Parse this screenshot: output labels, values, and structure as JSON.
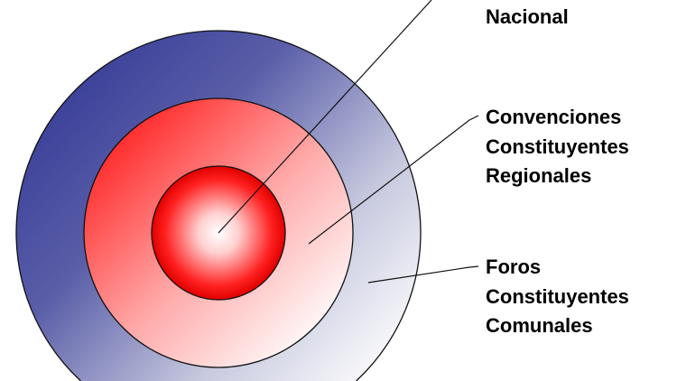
{
  "labels": {
    "nacional": [
      "Nacional"
    ],
    "regionales": [
      "Convenciones",
      "Constituyentes",
      "Regionales"
    ],
    "comunales": [
      "Foros",
      "Constituyentes",
      "Comunales"
    ]
  },
  "colors": {
    "outer_ring": "#343a96",
    "middle_ring": "#ff3a3a",
    "core": "#ee0000"
  }
}
